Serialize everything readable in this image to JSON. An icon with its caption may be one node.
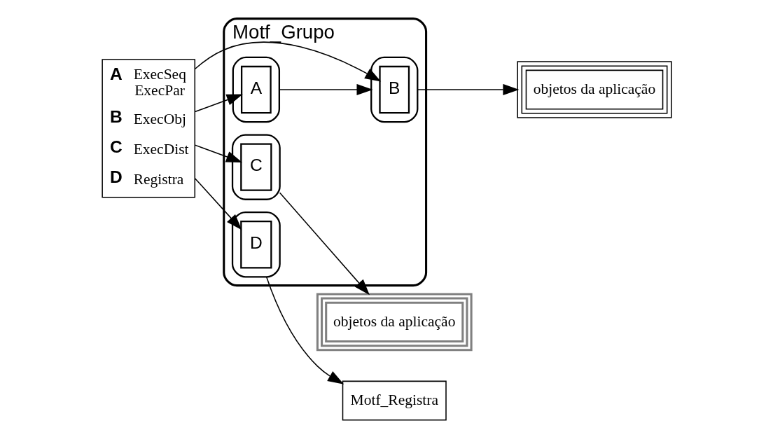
{
  "diagram": {
    "nodes": [
      {
        "text": [
          "Motf_Grupo"
        ]
      },
      {
        "text": [
          "A",
          "ExecSeq ExecPar",
          "B",
          "ExecObj",
          "C",
          "ExecDist",
          "D",
          "Registra"
        ]
      },
      {
        "text": [],
        "shape": "box",
        "in": 0
      },
      {
        "text": [
          "A"
        ],
        "in": 2
      },
      {
        "text": [],
        "shape": "box",
        "in": 0
      },
      {
        "text": [
          "B"
        ],
        "in": 4
      },
      {
        "text": [],
        "shape": "box",
        "in": 0
      },
      {
        "text": [
          "C"
        ],
        "in": 6
      },
      {
        "text": [],
        "shape": "box",
        "in": 0
      },
      {
        "text": [
          "D"
        ],
        "in": 8
      },
      {
        "text": [
          "objetos da aplicação"
        ]
      },
      {
        "text": [
          "objetos da aplicação"
        ]
      },
      {
        "text": [
          "Motf_Registra"
        ]
      }
    ],
    "edges": [
      {
        "from": 1,
        "to": 3,
        "arrow": "to"
      },
      {
        "from": 1,
        "to": 5,
        "arrow": "to"
      },
      {
        "from": 1,
        "to": 7,
        "arrow": "to"
      },
      {
        "from": 1,
        "to": 9,
        "arrow": "to"
      },
      {
        "from": 2,
        "to": 4,
        "arrow": "to"
      },
      {
        "from": 4,
        "to": 10,
        "arrow": "to"
      },
      {
        "from": 6,
        "to": 11,
        "arrow": "to"
      },
      {
        "from": 8,
        "to": 12,
        "arrow": "to"
      }
    ]
  }
}
